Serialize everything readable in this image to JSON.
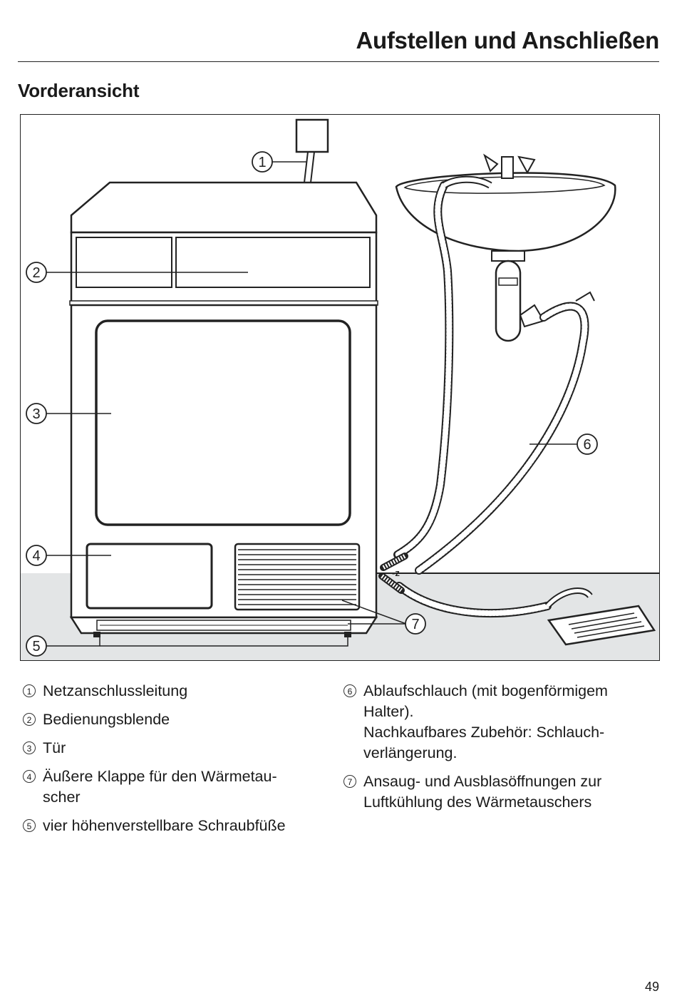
{
  "header": {
    "title": "Aufstellen und Anschließen"
  },
  "section": {
    "title": "Vorderansicht"
  },
  "figure": {
    "callouts": [
      "1",
      "2",
      "3",
      "4",
      "5",
      "6",
      "7"
    ]
  },
  "legend": {
    "left": [
      {
        "num": "1",
        "text": "Netzanschlussleitung"
      },
      {
        "num": "2",
        "text": "Bedienungsblende"
      },
      {
        "num": "3",
        "text": "Tür"
      },
      {
        "num": "4",
        "text": "Äußere Klappe für den Wärmetau-\nscher"
      },
      {
        "num": "5",
        "text": "vier höhenverstellbare Schraubfüße"
      }
    ],
    "right": [
      {
        "num": "6",
        "text": "Ablaufschlauch (mit bogenförmigem\nHalter).\nNachkaufbares Zubehör: Schlauch-\nverlängerung."
      },
      {
        "num": "7",
        "text": "Ansaug- und Ausblasöffnungen zur\nLuftkühlung des Wärmetauschers"
      }
    ]
  },
  "page": {
    "number": "49"
  }
}
